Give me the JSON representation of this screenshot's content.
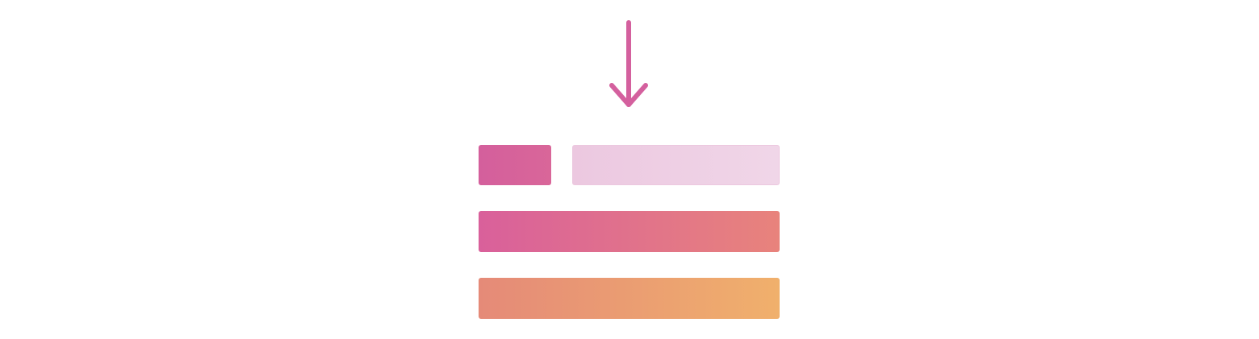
{
  "illustration": {
    "arrow": {
      "icon": "arrow-down-icon",
      "color": "#d4609e"
    },
    "rows": [
      {
        "name": "top-row-short-block",
        "colors": [
          "#d45f9c",
          "#d96699"
        ]
      },
      {
        "name": "top-row-light-block",
        "colors": [
          "#ecc8e0",
          "#f0d6e8"
        ]
      },
      {
        "name": "middle-block",
        "colors": [
          "#d9609b",
          "#e8837c"
        ]
      },
      {
        "name": "bottom-block",
        "colors": [
          "#e58a78",
          "#f0b06c"
        ]
      }
    ]
  }
}
